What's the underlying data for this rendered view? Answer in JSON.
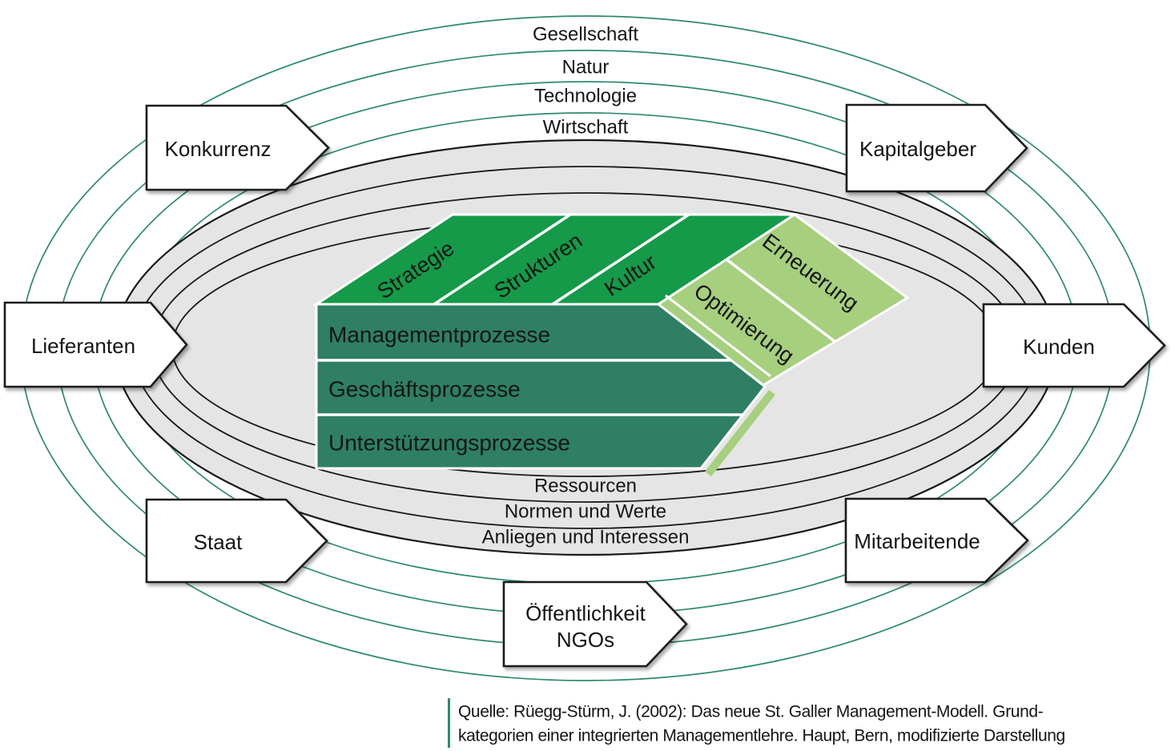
{
  "environment_rings": {
    "labels": [
      "Gesellschaft",
      "Natur",
      "Technologie",
      "Wirtschaft"
    ]
  },
  "interaction_themes": {
    "labels": [
      "Ressourcen",
      "Normen und Werte",
      "Anliegen und Interessen"
    ]
  },
  "stakeholders": {
    "top_left": "Konkurrenz",
    "top_right": "Kapitalgeber",
    "left": "Lieferanten",
    "right": "Kunden",
    "bottom_left": "Staat",
    "bottom_right": "Mitarbeitende",
    "bottom_center_line1": "Öffentlichkeit",
    "bottom_center_line2": "NGOs"
  },
  "ordnungsmomente": [
    "Strategie",
    "Strukturen",
    "Kultur"
  ],
  "entwicklungsmodi": [
    "Erneuerung",
    "Optimierung"
  ],
  "prozesse": [
    "Managementprozesse",
    "Geschäftsprozesse",
    "Unterstützungsprozesse"
  ],
  "source": {
    "line1": "Quelle: Rüegg-Stürm, J. (2002): Das neue St. Galler Management-Modell. Grund-",
    "line2": "kategorien einer integrierten Managementlehre. Haupt, Bern, modifizierte Darstellung"
  },
  "colors": {
    "ring_green": "#2d8c64",
    "bright_green": "#149a48",
    "dark_green": "#2e7f63",
    "light_green": "#a6cf7e",
    "gray_fill": "#e5e5e5",
    "outline_black": "#1a1a1a"
  }
}
